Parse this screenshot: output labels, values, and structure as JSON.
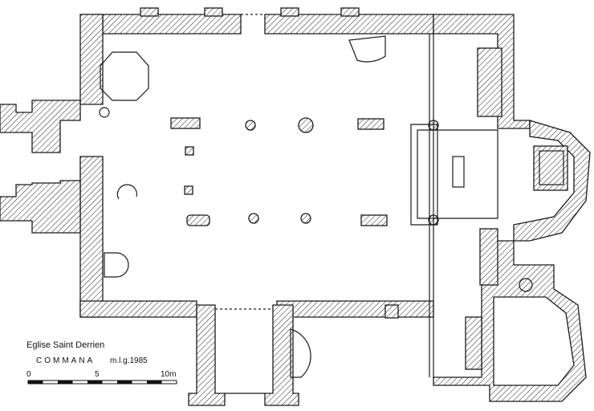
{
  "legend": {
    "title": "Eglise Saint Derrien",
    "place": "COMMANA",
    "author": "m.l.g.1985",
    "scale": {
      "start": "0",
      "mid": "5",
      "end": "10m"
    }
  },
  "colors": {
    "ink": "#1a1a1a",
    "paper": "#ffffff"
  }
}
